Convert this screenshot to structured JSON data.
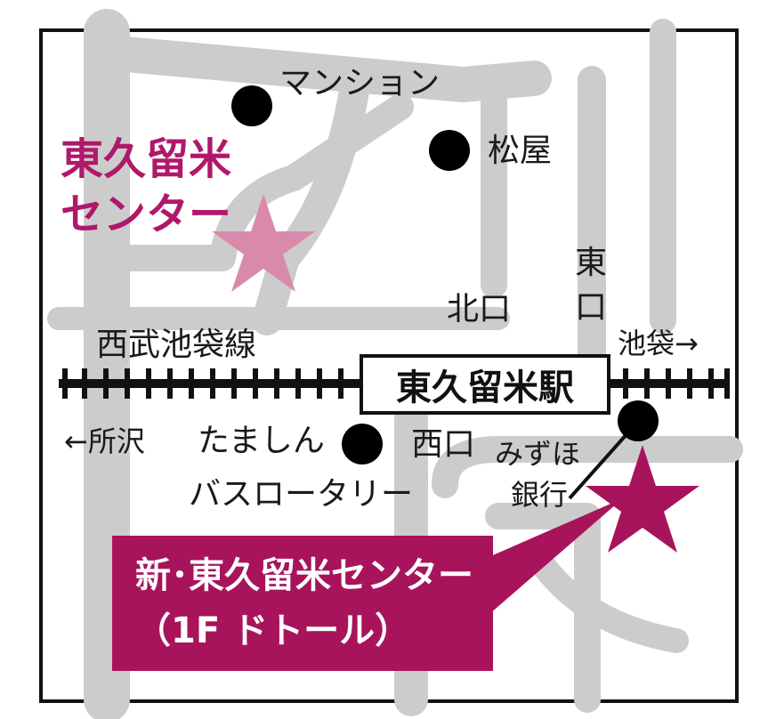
{
  "map": {
    "old_center_label_line1": "東久留米",
    "old_center_label_line2": "センター",
    "station_name": "東久留米駅",
    "railway_name": "西武池袋線",
    "direction_left": "←所沢",
    "direction_right": "池袋→",
    "exit_north": "北口",
    "exit_east_line1": "東",
    "exit_east_line2": "口",
    "exit_west": "西口",
    "landmarks": {
      "mansion": "マンション",
      "matsuya": "松屋",
      "tamashin": "たましん",
      "bus_rotary": "バスロータリー",
      "mizuho_line1": "みずほ",
      "mizuho_line2": "銀行"
    },
    "new_center_line1": "新･東久留米センター",
    "new_center_line2": "（1F ドトール）",
    "colors": {
      "accent": "#a8145c",
      "old_center_star": "#d98aaa",
      "road": "#cccccc",
      "frame": "#111111"
    }
  }
}
